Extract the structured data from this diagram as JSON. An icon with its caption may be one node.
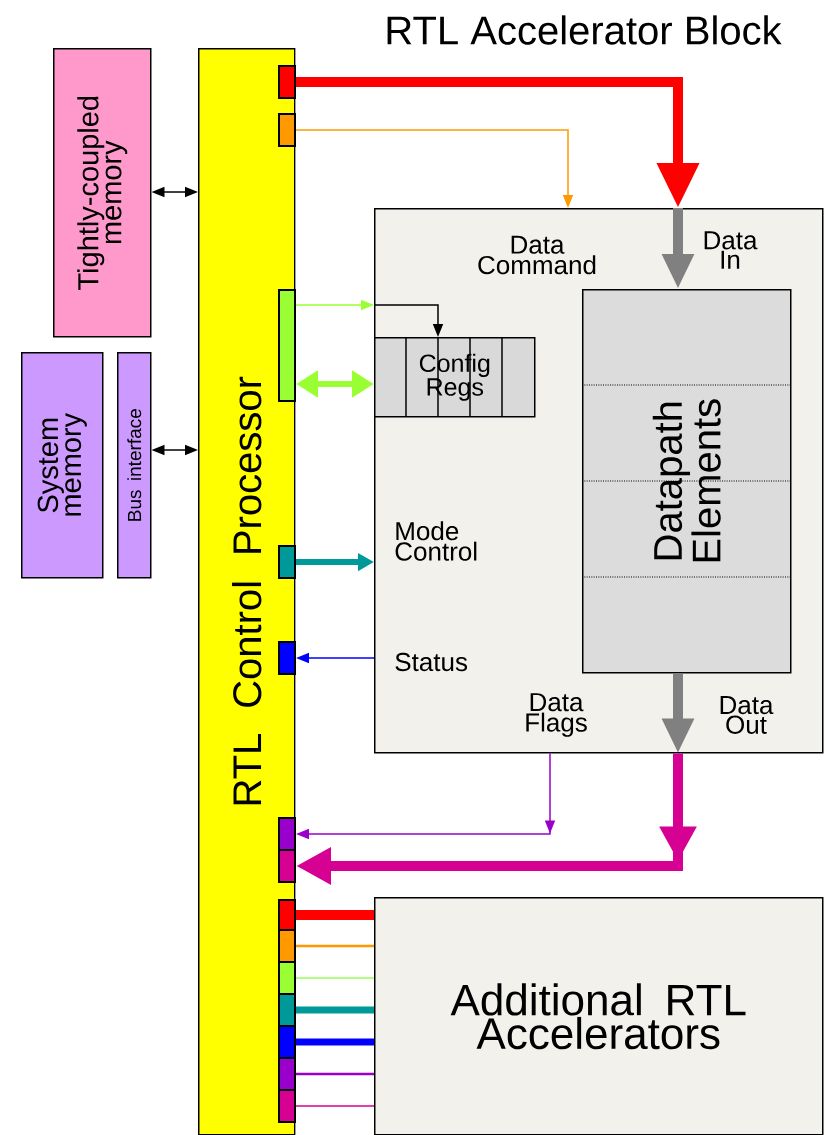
{
  "diagram": {
    "title": "RTL Accelerator Block",
    "nodes": [
      {
        "text": [
          "RTL Control Processor"
        ]
      },
      {
        "text": [
          "Tightly-coupled memory"
        ]
      },
      {
        "text": [
          "System memory"
        ]
      },
      {
        "text": [
          "Bus interface"
        ]
      },
      {
        "text": [
          "Data Command",
          "Data In",
          "Mode Control",
          "Status",
          "Data Flags",
          "Data Out"
        ]
      },
      {
        "text": [
          "Config Regs"
        ],
        "in": 4
      },
      {
        "text": [
          "Datapath Elements"
        ],
        "in": 4
      },
      {
        "text": [
          "Additional RTL Accelerators"
        ]
      },
      {
        "text": [],
        "shape": "bar",
        "in": 0
      },
      {
        "text": [],
        "shape": "bar",
        "in": 0
      },
      {
        "text": [],
        "shape": "bar",
        "in": 0
      },
      {
        "text": [],
        "shape": "bar",
        "in": 0
      },
      {
        "text": [],
        "shape": "bar",
        "in": 0
      },
      {
        "text": [],
        "shape": "bar",
        "in": 0
      },
      {
        "text": [],
        "shape": "bar",
        "in": 0
      },
      {
        "text": [],
        "shape": "bar",
        "in": 0
      },
      {
        "text": [],
        "shape": "bar",
        "in": 0
      },
      {
        "text": [],
        "shape": "bar",
        "in": 0
      },
      {
        "text": [],
        "shape": "bar",
        "in": 0
      },
      {
        "text": [],
        "shape": "bar",
        "in": 0
      },
      {
        "text": [],
        "shape": "bar",
        "in": 0
      },
      {
        "text": [],
        "shape": "bar",
        "in": 0
      }
    ],
    "edges": [
      {
        "from": 8,
        "to": 4,
        "arrow": "to",
        "style": "thick",
        "color": "#ff0000"
      },
      {
        "from": 9,
        "to": 4,
        "arrow": "to",
        "color": "#ff9900"
      },
      {
        "from": 10,
        "to": 4,
        "arrow": "to",
        "color": "#99ff33"
      },
      {
        "from": 4,
        "to": 5,
        "arrow": "to"
      },
      {
        "from": 10,
        "to": 5,
        "arrow": "both",
        "style": "thick",
        "color": "#99ff33"
      },
      {
        "from": 11,
        "to": 4,
        "arrow": "to",
        "style": "thick",
        "color": "#009999"
      },
      {
        "from": 4,
        "to": 12,
        "arrow": "to",
        "color": "#0000ff"
      },
      {
        "from": 4,
        "to": 13,
        "arrow": "to",
        "color": "#9900cc"
      },
      {
        "from": 4,
        "to": 14,
        "arrow": "to",
        "style": "thick",
        "color": "#d60093"
      },
      {
        "from": 4,
        "to": 6,
        "arrow": "to",
        "style": "thick",
        "color": "#808080"
      },
      {
        "from": 6,
        "to": 4,
        "arrow": "to",
        "style": "thick",
        "color": "#808080"
      },
      {
        "from": 15,
        "to": 7,
        "arrow": "none",
        "style": "thick",
        "color": "#ff0000"
      },
      {
        "from": 16,
        "to": 7,
        "arrow": "none",
        "color": "#ff9900"
      },
      {
        "from": 17,
        "to": 7,
        "arrow": "none",
        "color": "#b3ff80"
      },
      {
        "from": 18,
        "to": 7,
        "arrow": "none",
        "style": "thick",
        "color": "#009999"
      },
      {
        "from": 19,
        "to": 7,
        "arrow": "none",
        "style": "thick",
        "color": "#0000ff"
      },
      {
        "from": 20,
        "to": 7,
        "arrow": "none",
        "color": "#9900cc"
      },
      {
        "from": 21,
        "to": 7,
        "arrow": "none",
        "color": "#e040a8"
      },
      {
        "from": 1,
        "to": 0,
        "arrow": "both"
      },
      {
        "from": 3,
        "to": 0,
        "arrow": "both"
      }
    ]
  }
}
